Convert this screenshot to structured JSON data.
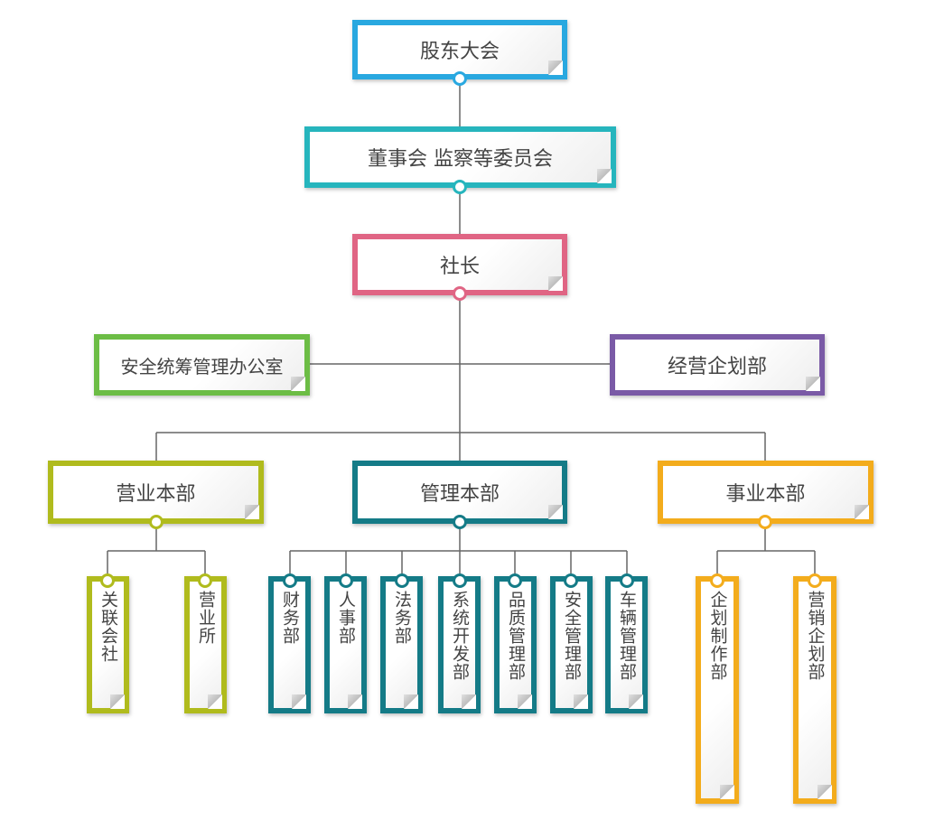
{
  "colors": {
    "blue": "#29a8e0",
    "teal": "#26b5bd",
    "pink": "#e06584",
    "green": "#6cbd45",
    "purple": "#7a5aa6",
    "olive": "#b0bb1d",
    "darkteal": "#147b87",
    "orange": "#f3ac1c",
    "line": "#666666"
  },
  "nodes": {
    "shareholders": "股东大会",
    "board": "董事会 监察等委员会",
    "president": "社长",
    "safety_office": "安全统筹管理办公室",
    "planning_dept": "经营企划部",
    "sales_hq": "营业本部",
    "mgmt_hq": "管理本部",
    "biz_hq": "事业本部",
    "sales_children": [
      "关联会社",
      "营业所"
    ],
    "mgmt_children": [
      "财务部",
      "人事部",
      "法务部",
      "系统开发部",
      "品质管理部",
      "安全管理部",
      "车辆管理部"
    ],
    "biz_children": [
      "企划制作部",
      "营销企划部"
    ]
  }
}
